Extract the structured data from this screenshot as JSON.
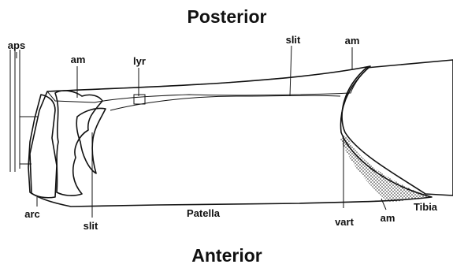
{
  "headings": {
    "top": "Posterior",
    "bottom": "Anterior"
  },
  "labels": {
    "aps": "aps",
    "am_left": "am",
    "lyr": "lyr",
    "slit_top": "slit",
    "am_top_right": "am",
    "arc": "arc",
    "slit_bottom": "slit",
    "patella": "Patella",
    "vart": "vart",
    "am_bottom_right": "am",
    "tibia": "Tibia"
  }
}
